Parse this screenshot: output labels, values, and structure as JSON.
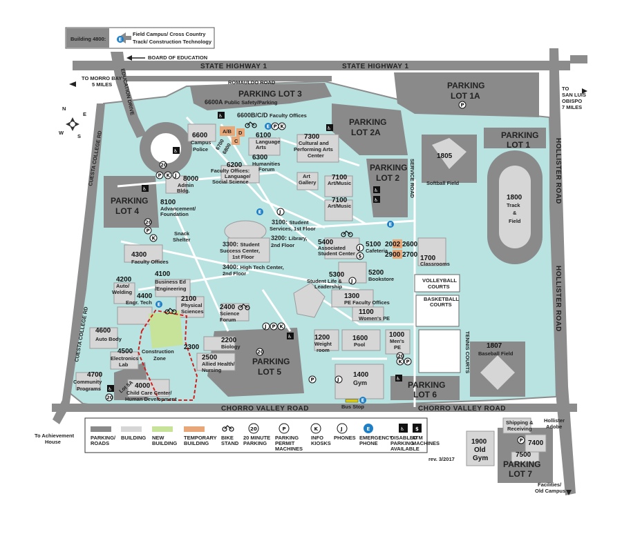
{
  "colors": {
    "campus": "#b9e3e1",
    "parking": "#8a8a8a",
    "building": "#d6d6d6",
    "new_building": "#c7e39a",
    "temporary_building": "#e8a778",
    "road": "#8c8c8c",
    "emergency": "#1f7fc6"
  },
  "top_box": {
    "building": "Building 4800:",
    "text_lines": [
      "Field Campus/ Cross Country",
      "Track/ Construction Technology"
    ]
  },
  "board_of_education": "BOARD OF EDUCATION",
  "roads": {
    "state_highway_1": "STATE HIGHWAY 1",
    "romauldo": "ROMAULDO ROAD",
    "chorro_valley": "CHORRO VALLEY ROAD",
    "hollister": "HOLLISTER ROAD",
    "cuesta_college": "CUESTA COLLEGE RD",
    "education_drive": "EDUCATION DRIVE",
    "service_road": "SERVICE ROAD"
  },
  "directions": {
    "morro_bay": [
      "TO MORRO BAY",
      "5 MILES"
    ],
    "san_luis": [
      "TO",
      "SAN LUIS",
      "OBISPO",
      "7 MILES"
    ],
    "achievement": [
      "To Achievement",
      "House"
    ],
    "facilities": [
      "Facilities/",
      "Old Campus"
    ]
  },
  "compass": {
    "n": "N",
    "s": "S",
    "e": "E",
    "w": "W"
  },
  "parking_lots": {
    "lot3": "PARKING LOT 3",
    "lot1a": [
      "PARKING",
      "LOT 1A"
    ],
    "lot2a": [
      "PARKING",
      "LOT 2A"
    ],
    "lot1": [
      "PARKING",
      "LOT 1"
    ],
    "lot2": [
      "PARKING",
      "LOT 2"
    ],
    "lot4": [
      "PARKING",
      "LOT 4"
    ],
    "lot5": [
      "PARKING",
      "LOT 5"
    ],
    "lot6": [
      "PARKING",
      "LOT 6"
    ],
    "lot7": [
      "PARKING",
      "LOT 7"
    ]
  },
  "buildings": {
    "b6600a": [
      "6600A",
      "Public Safety/Parking"
    ],
    "b6600bcd": [
      "6600B/C/D",
      "Faculty Offices"
    ],
    "ab": "A/B",
    "c": "C",
    "d": "D",
    "b6700": "6700",
    "b6800": "6800",
    "b6600": [
      "6600",
      "Campus",
      "Police"
    ],
    "b6100": [
      "6100",
      "Language",
      "Arts"
    ],
    "b6300": [
      "6300",
      "Humanities",
      "Forum"
    ],
    "b7300": [
      "7300",
      "Cultural and",
      "Performing Arts",
      "Center"
    ],
    "b6200": [
      "6200",
      "Faculty Offices:",
      "Language/",
      "Social Science"
    ],
    "b8000": [
      "8000",
      "Admin",
      "Bldg."
    ],
    "b8100": [
      "8100",
      "Advancement/",
      "Foundation"
    ],
    "art_gallery": [
      "Art",
      "Gallery"
    ],
    "b7100a": [
      "7100",
      "Art/Music"
    ],
    "b7100b": [
      "7100",
      "Art/Music"
    ],
    "b1805": [
      "1805",
      "Softball Field"
    ],
    "b1800": [
      "1800",
      "Track",
      "&",
      "Field"
    ],
    "b3100": [
      "3100:",
      "Student",
      "Services, 1st Floor"
    ],
    "b3300": [
      "3300:",
      "Student",
      "Success Center,",
      "1st Floor"
    ],
    "b3200": [
      "3200:",
      "Library,",
      "2nd Floor"
    ],
    "b3400": [
      "3400:",
      "High Tech Center,",
      "2nd Floor"
    ],
    "snack": [
      "Snack",
      "Shelter"
    ],
    "b5400": [
      "5400",
      "Associated",
      "Student Center"
    ],
    "b5100": [
      "5100",
      "Cafeteria"
    ],
    "b2002": "2002",
    "b2600": "2600",
    "b2900": "2900",
    "b2700": "2700",
    "b1700": [
      "1700",
      "Classrooms"
    ],
    "volleyball": [
      "VOLLEYBALL",
      "COURTS"
    ],
    "basketball": [
      "BASKETBALL",
      "COURTS"
    ],
    "tennis": "TENNIS COURTS",
    "b5200": [
      "5200",
      "Bookstore"
    ],
    "b5300": [
      "5300",
      "Student Life &",
      "Leadership"
    ],
    "b4300": [
      "4300",
      "Faculty Offices"
    ],
    "b4200": [
      "4200",
      "Auto/",
      "Welding"
    ],
    "b4100": [
      "4100",
      "Business Ed",
      "/Engineering"
    ],
    "b4400": [
      "4400",
      "Engr. Tech"
    ],
    "b2100": [
      "2100",
      "Physical",
      "Sciences"
    ],
    "b2400": [
      "2400",
      "Science",
      "Forum"
    ],
    "b1300": [
      "1300",
      "PE Faculty Offices"
    ],
    "b1100": [
      "1100",
      "Women's PE"
    ],
    "b4600": [
      "4600",
      "Auto Body"
    ],
    "b4500": [
      "4500",
      "Electronics",
      "Lab"
    ],
    "construction": [
      "Construction",
      "Zone"
    ],
    "b2300": "2300",
    "b2200": [
      "2200",
      "Biology"
    ],
    "b2500": [
      "2500",
      "Allied Health/",
      "Nursing"
    ],
    "b1200": [
      "1200",
      "Weight",
      "room"
    ],
    "b1600": [
      "1600",
      "Pool"
    ],
    "b1000": [
      "1000",
      "Men's",
      "PE"
    ],
    "b1807": [
      "1807",
      "Baseball Field"
    ],
    "b1400": [
      "1400",
      "Gym"
    ],
    "b4700": [
      "4700",
      "Community",
      "Programs"
    ],
    "b4000": [
      "4000",
      "Child Care Center/",
      "Human Development"
    ],
    "lot5a": "Lot 5A",
    "bus_stop": "Bus Stop",
    "shipping": [
      "Shipping &",
      "Receiving"
    ],
    "hollister_adobe": [
      "Hollister",
      "Adobe"
    ],
    "b7400": "7400",
    "b7500": "7500",
    "b1900": [
      "1900",
      "Old",
      "Gym"
    ]
  },
  "legend": [
    {
      "label": [
        "PARKING/",
        "ROADS"
      ],
      "icon": "swatch-parking"
    },
    {
      "label": [
        "BUILDING"
      ],
      "icon": "swatch-building"
    },
    {
      "label": [
        "NEW",
        "BUILDING"
      ],
      "icon": "swatch-new"
    },
    {
      "label": [
        "TEMPORARY",
        "BUILDING"
      ],
      "icon": "swatch-temporary"
    },
    {
      "label": [
        "BIKE",
        "STAND"
      ],
      "icon": "bike-icon"
    },
    {
      "label": [
        "20 MINUTE",
        "PARKING"
      ],
      "icon": "twenty-minute-icon",
      "glyph": "20"
    },
    {
      "label": [
        "PARKING",
        "PERMIT",
        "MACHINES"
      ],
      "icon": "parking-permit-icon",
      "glyph": "P"
    },
    {
      "label": [
        "INFO",
        "KIOSKS"
      ],
      "icon": "info-kiosk-icon",
      "glyph": "K"
    },
    {
      "label": [
        "PHONES"
      ],
      "icon": "phone-icon",
      "glyph": "J"
    },
    {
      "label": [
        "EMERGENCY",
        "PHONE"
      ],
      "icon": "emergency-phone-icon",
      "glyph": "E"
    },
    {
      "label": [
        "DISABLED",
        "PARKING",
        "AVAILABLE"
      ],
      "icon": "disabled-parking-icon",
      "glyph": "♿"
    },
    {
      "label": [
        "ATM",
        "MACHINES"
      ],
      "icon": "atm-icon",
      "glyph": "$"
    }
  ],
  "revision": "rev. 3/2017",
  "icon_glyphs": {
    "twenty": "20",
    "p": "P",
    "k": "K",
    "j": "J",
    "e": "E",
    "dollar": "$",
    "disabled": "♿"
  }
}
